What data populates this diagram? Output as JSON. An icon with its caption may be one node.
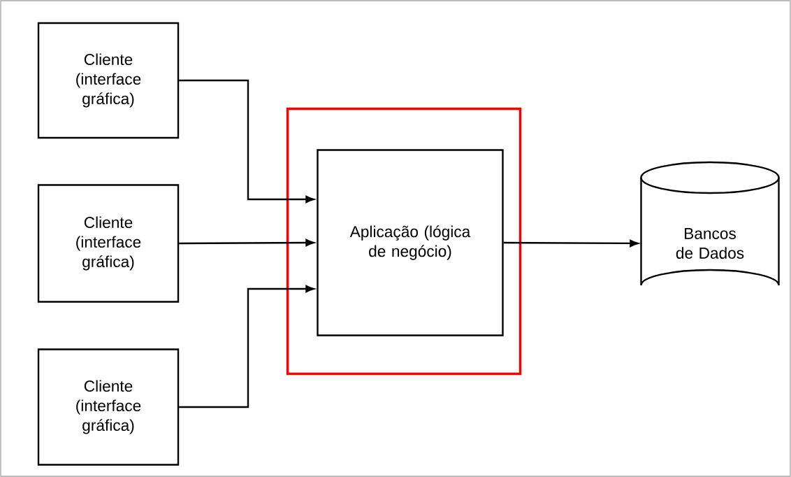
{
  "diagram": {
    "nodes": [
      {
        "text": [
          "Cliente (interface gráfica)"
        ]
      },
      {
        "text": [
          "Cliente (interface gráfica)"
        ]
      },
      {
        "text": [
          "Cliente (interface gráfica)"
        ]
      },
      {
        "text": [],
        "shape": "box"
      },
      {
        "text": [
          "Aplicação (lógica de negócio)"
        ],
        "in": 3
      },
      {
        "text": [
          "Bancos de Dados"
        ]
      }
    ],
    "edges": [
      {
        "from": 0,
        "to": 4,
        "arrow": "to"
      },
      {
        "from": 1,
        "to": 4,
        "arrow": "to"
      },
      {
        "from": 2,
        "to": 4,
        "arrow": "to"
      },
      {
        "from": 4,
        "to": 5,
        "arrow": "to"
      }
    ]
  }
}
